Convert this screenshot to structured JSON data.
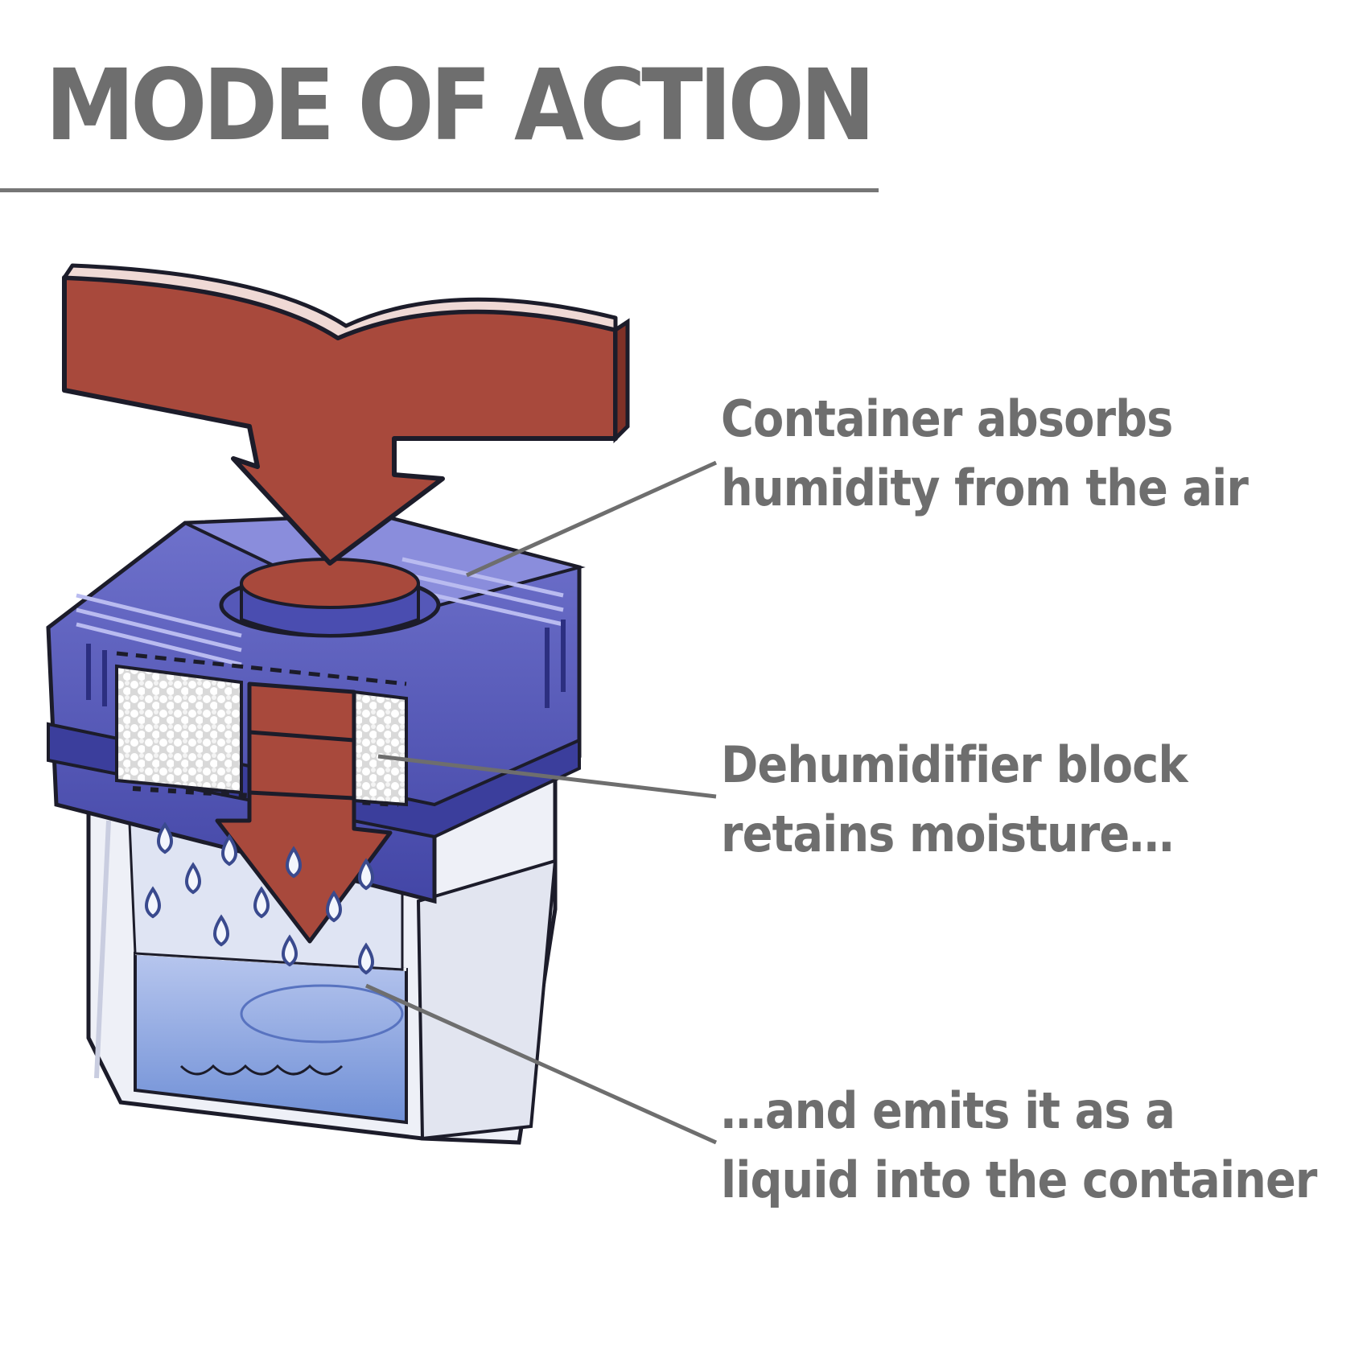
{
  "title": "MODE OF ACTION",
  "captions": [
    {
      "line1": "Container absorbs",
      "line2": "humidity from the air"
    },
    {
      "line1": "Dehumidifier block",
      "line2": "retains moisture…"
    },
    {
      "line1": "…and emits it as a",
      "line2": "liquid into the container"
    }
  ],
  "colors": {
    "text": "#6e6e6e",
    "arrow": "#a8493c",
    "lid": "#5558b8",
    "lid_dark": "#2c2f80",
    "water": "#8aa4df",
    "container": "#eef0f7"
  }
}
